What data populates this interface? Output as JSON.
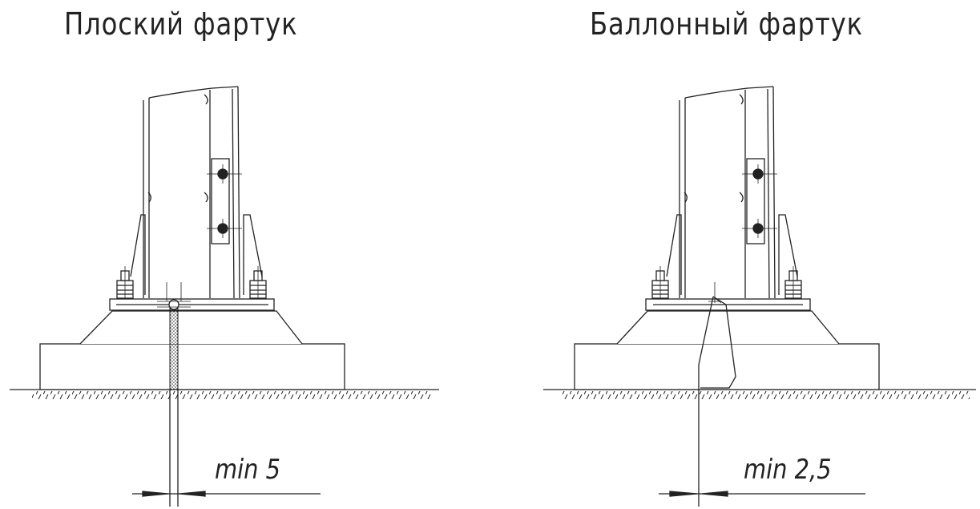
{
  "figures": [
    {
      "id": "left",
      "title": "Плоский фартук",
      "dimension": "min 5"
    },
    {
      "id": "right",
      "title": "Баллонный фартук",
      "dimension": "min 2,5"
    }
  ],
  "colors": {
    "line": "#222222",
    "background": "#ffffff"
  }
}
